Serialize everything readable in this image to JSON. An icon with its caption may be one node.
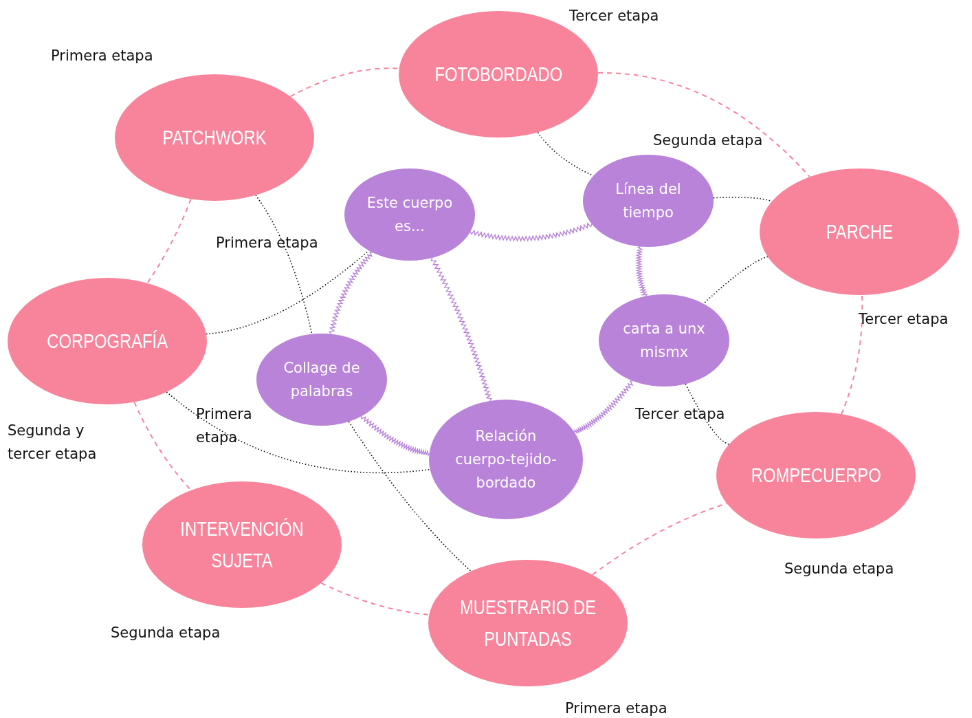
{
  "diagram": {
    "nodes": [
      {
        "text": [
          "PATCHWORK"
        ],
        "beside": [
          "Primera etapa"
        ]
      },
      {
        "text": [
          "FOTOBORDADO"
        ],
        "beside": [
          "Tercer etapa"
        ]
      },
      {
        "text": [
          "PARCHE"
        ],
        "beside": [
          "Tercer etapa"
        ]
      },
      {
        "text": [
          "CORPOGRAFÍA"
        ],
        "beside": [
          "Segunda y tercer etapa"
        ]
      },
      {
        "text": [
          "ROMPECUERPO"
        ],
        "beside": [
          "Segunda etapa"
        ]
      },
      {
        "text": [
          "INTERVENCIÓN SUJETA"
        ],
        "beside": [
          "Segunda etapa"
        ]
      },
      {
        "text": [
          "MUESTRARIO DE PUNTADAS"
        ],
        "beside": [
          "Primera etapa"
        ]
      },
      {
        "text": [
          "Este cuerpo es..."
        ],
        "beside": [
          "Primera etapa"
        ]
      },
      {
        "text": [
          "Línea del tiempo"
        ],
        "beside": [
          "Segunda etapa"
        ]
      },
      {
        "text": [
          "carta a unx mismx"
        ]
      },
      {
        "text": [
          "Collage de palabras"
        ],
        "beside": [
          "Primera etapa"
        ]
      },
      {
        "text": [
          "Relación cuerpo-tejido-bordado"
        ]
      }
    ],
    "edges": [
      {
        "from": 0,
        "to": 1,
        "arrow": "none",
        "style": "dashed",
        "color": "#f8849c"
      },
      {
        "from": 1,
        "to": 2,
        "arrow": "none",
        "style": "dashed",
        "color": "#f8849c"
      },
      {
        "from": 0,
        "to": 3,
        "arrow": "none",
        "style": "dashed",
        "color": "#f8849c"
      },
      {
        "from": 3,
        "to": 5,
        "arrow": "none",
        "style": "dashed",
        "color": "#f8849c"
      },
      {
        "from": 5,
        "to": 6,
        "arrow": "none",
        "style": "dashed",
        "color": "#f8849c"
      },
      {
        "from": 6,
        "to": 4,
        "arrow": "none",
        "style": "dashed",
        "color": "#f8849c"
      },
      {
        "from": 4,
        "to": 2,
        "arrow": "none",
        "style": "dashed",
        "color": "#f8849c"
      },
      {
        "from": 1,
        "to": 8,
        "arrow": "none",
        "style": "dashed"
      },
      {
        "from": 8,
        "to": 2,
        "arrow": "none",
        "style": "dashed"
      },
      {
        "from": 2,
        "to": 9,
        "arrow": "none",
        "style": "dashed"
      },
      {
        "from": 9,
        "to": 4,
        "arrow": "none",
        "style": "dashed"
      },
      {
        "from": 0,
        "to": 10,
        "arrow": "none",
        "style": "dashed"
      },
      {
        "from": 3,
        "to": 7,
        "arrow": "none",
        "style": "dashed"
      },
      {
        "from": 3,
        "to": 11,
        "arrow": "none",
        "style": "dashed"
      },
      {
        "from": 10,
        "to": 6,
        "arrow": "none",
        "style": "dashed"
      },
      {
        "from": 7,
        "to": 8,
        "arrow": "none",
        "color": "#b883d8"
      },
      {
        "from": 8,
        "to": 9,
        "arrow": "none",
        "color": "#b883d8"
      },
      {
        "from": 7,
        "to": 10,
        "arrow": "none",
        "color": "#b883d8"
      },
      {
        "from": 7,
        "to": 11,
        "arrow": "none",
        "color": "#b883d8"
      },
      {
        "from": 10,
        "to": 11,
        "arrow": "none",
        "color": "#b883d8"
      },
      {
        "from": 9,
        "to": 11,
        "arrow": "none",
        "color": "#b883d8"
      }
    ],
    "labels": [
      "Tercer etapa"
    ]
  }
}
